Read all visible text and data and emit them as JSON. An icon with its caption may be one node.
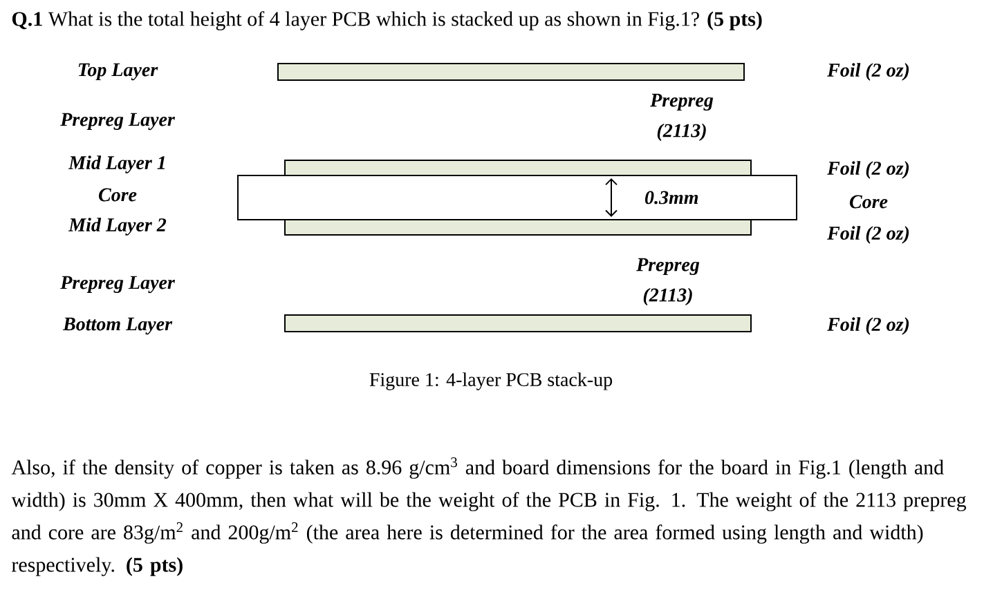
{
  "diagram": {
    "title": "**Q.1** What is the total height of 4 layer PCB which is stacked up as shown in Fig.1? **(5 pts)**",
    "caption": "Figure 1: 4-layer PCB stack-up",
    "nodes": [
      {
        "text": [],
        "shape": "bar"
      },
      {
        "text": [],
        "shape": "bar"
      },
      {
        "text": [
          "0.3mm"
        ]
      },
      {
        "text": [],
        "shape": "bar"
      },
      {
        "text": [],
        "shape": "bar"
      }
    ],
    "labels": [
      "Top Layer",
      "Foil (2 oz)",
      "Prepreg Layer",
      "Prepreg (2113)",
      "Mid Layer 1",
      "Foil (2 oz)",
      "Core",
      "Core",
      "Mid Layer 2",
      "Foil (2 oz)",
      "Prepreg (2113)",
      "Prepreg Layer",
      "Bottom Layer",
      "Foil (2 oz)",
      "Also, if the density of copper is taken as 8.96 g/cm$^{3}$ and board dimensions for the board in Fig.1 (length and width) is 30mm X 400mm, then what will be the weight of the PCB in Fig. 1. The weight of the 2113 prepreg and core are 83g/m$^{2}$ and 200g/m$^{2}$ (the area here is determined for the area formed using length and width) respectively. **(5 pts)**"
    ]
  }
}
